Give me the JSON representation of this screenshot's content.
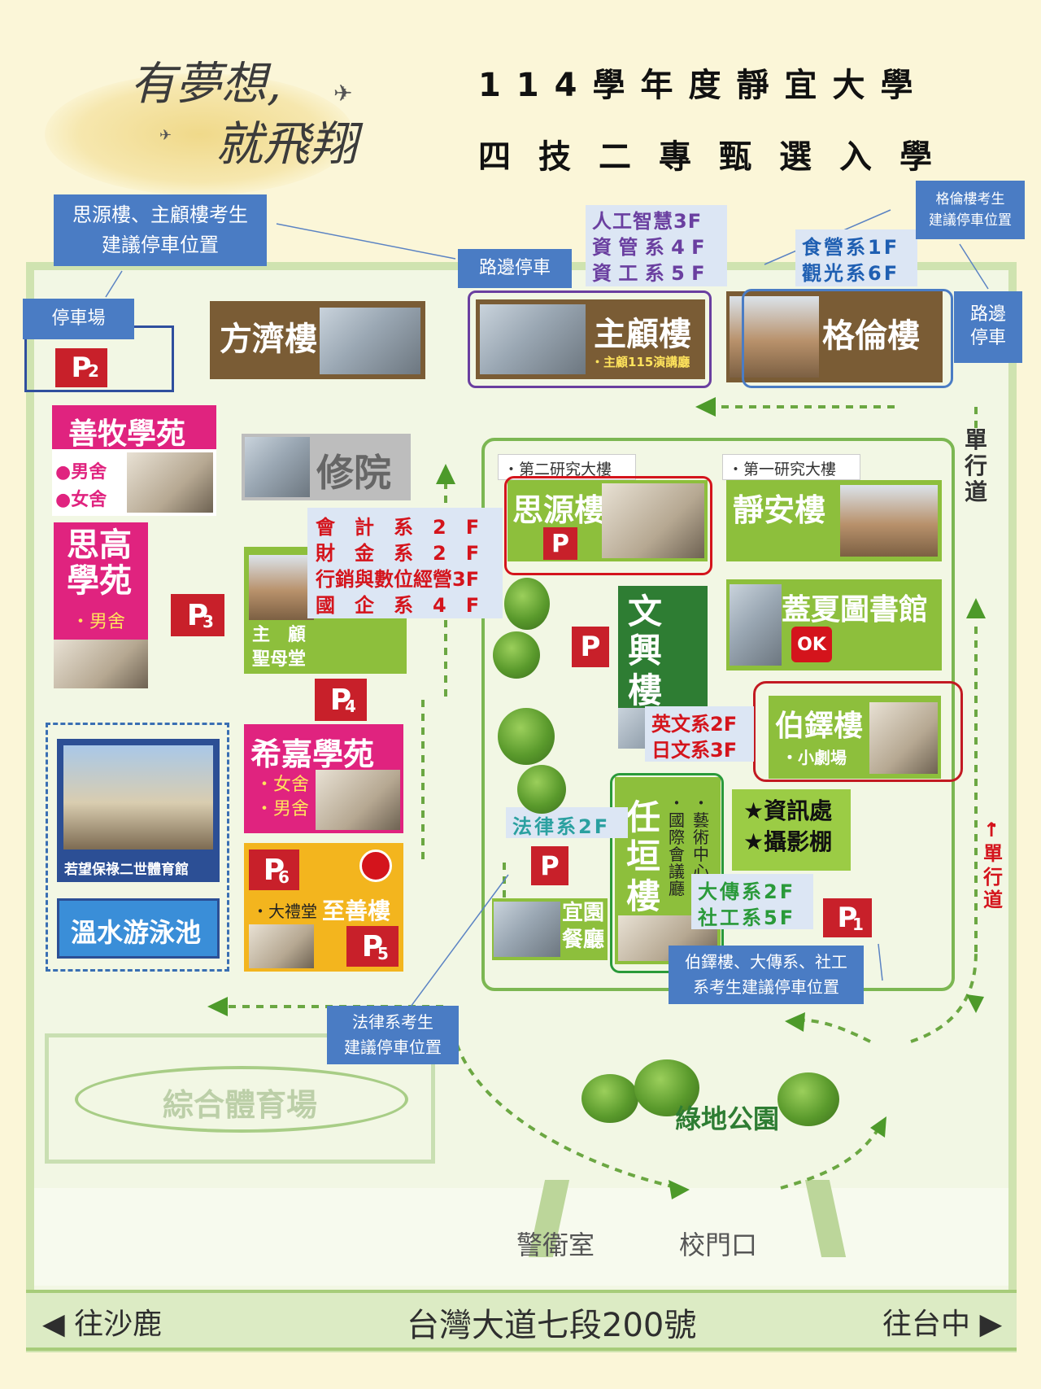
{
  "header": {
    "slogan_line1": "有夢想,",
    "slogan_line2": "就飛翔",
    "title_line1": "114學年度靜宜大學",
    "title_line2": "四技二專甄選入學"
  },
  "notes": {
    "siyuan_parking": "思源樓、主顧樓考生\n建議停車位置",
    "gelun_parking": "格倫樓考生\n建議停車位置",
    "roadside_top": "路邊停車",
    "roadside_right": "路邊\n停車",
    "parking_lot": "停車場",
    "boyi_parking": "伯鐸樓、大傳系、社工\n系考生建議停車位置",
    "law_parking": "法律系考生\n建議停車位置"
  },
  "departments": {
    "zhugu": [
      "人工智慧3F",
      "資 管 系 4 F",
      "資 工 系 5 F"
    ],
    "gelun": [
      "食營系1F",
      "觀光系6F"
    ],
    "accounting": [
      "會　計　系　2　F",
      "財　金　系　2　F",
      "行銷與數位經營3F",
      "國　企　系　4　F"
    ],
    "wenxing": [
      "英文系2F",
      "日文系3F"
    ],
    "law": "法律系2F",
    "renyuan": [
      "大傳系2F",
      "社工系5F"
    ]
  },
  "buildings": {
    "fangji": "方濟樓",
    "zhugu": "主顧樓",
    "zhugu_sub": "・主顧115演講廳",
    "gelun": "格倫樓",
    "shanmu": "善牧學苑",
    "shanmu_male": "●男舍",
    "shanmu_female": "●女舍",
    "xiuyuan": "修院",
    "second_research": "・第二研究大樓",
    "first_research": "・第一研究大樓",
    "siyuan": "思源樓",
    "jingan": "靜安樓",
    "sigao": "思高\n學苑",
    "sigao_sub": "・男舍",
    "chapel": "主　顧\n聖母堂",
    "wenxing": "文\n興\n樓",
    "gaixia": "蓋夏圖書館",
    "ok": "OK",
    "boyi": "伯鐸樓",
    "boyi_sub": "・小劇場",
    "xijia": "希嘉學苑",
    "xijia_sub": "・女舍\n・男舍",
    "gym": "若望保祿二世體育館",
    "pool": "溫水游泳池",
    "zhishan": "至善樓",
    "auditorium": "・大禮堂",
    "renyuan": "任\n垣\n樓",
    "renyuan_sub1": "・\n國\n際\n會\n議\n廳",
    "renyuan_sub2": "・\n藝\n術\n中\n心",
    "info": "★資訊處\n★攝影棚",
    "yiyuan": "宜園\n餐廳",
    "park": "綠地公園",
    "stadium": "綜合體育場",
    "guard": "警衛室",
    "gate": "校門口",
    "one_way": "單\n行\n道",
    "one_way_red": "↑\n單\n行\n道"
  },
  "parking_signs": {
    "p1": "P1",
    "p2": "P2",
    "p3": "P3",
    "p4": "P4",
    "p5": "P5",
    "p6": "P6",
    "p": "P"
  },
  "road": {
    "to_shalu": "◀ 往沙鹿",
    "address": "台灣大道七段200號",
    "to_taichung": "往台中 ▶"
  },
  "colors": {
    "note_blue": "#4a7cc4",
    "dept_red": "#d4141c",
    "dept_purple": "#6a3fa0",
    "dept_blue": "#1f5fb2",
    "dept_green": "#2a9a3a",
    "campus_green": "#8dbf3c",
    "building_brown": "#7a5c35",
    "pink": "#e0237f",
    "parking_red": "#c8202a"
  }
}
